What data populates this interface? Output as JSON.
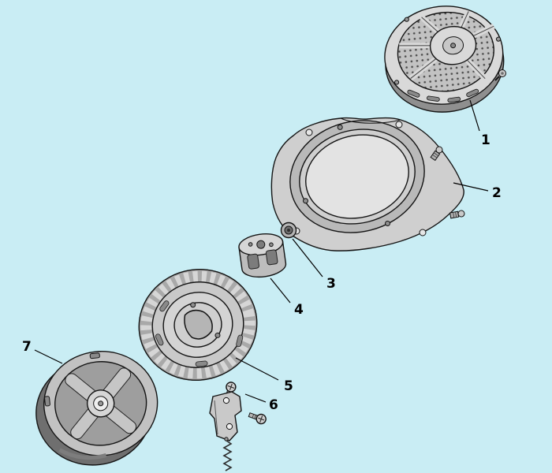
{
  "page": {
    "title": "Engine recoil starter and flywheel exploded parts diagram",
    "background_color": "#c9edf4"
  },
  "palette": {
    "stroke": "#141414",
    "metal_light": "#dcdcdc",
    "metal_mid": "#bfbfbf",
    "metal_dark": "#8f8f8f"
  },
  "parts": [
    {
      "number": "1",
      "name": "recoil-starter-assembly"
    },
    {
      "number": "2",
      "name": "blower-housing"
    },
    {
      "number": "3",
      "name": "flange-nut"
    },
    {
      "number": "4",
      "name": "starter-cup"
    },
    {
      "number": "5",
      "name": "cooling-fan"
    },
    {
      "number": "6",
      "name": "starter-pawl-kit"
    },
    {
      "number": "7",
      "name": "flywheel"
    }
  ]
}
